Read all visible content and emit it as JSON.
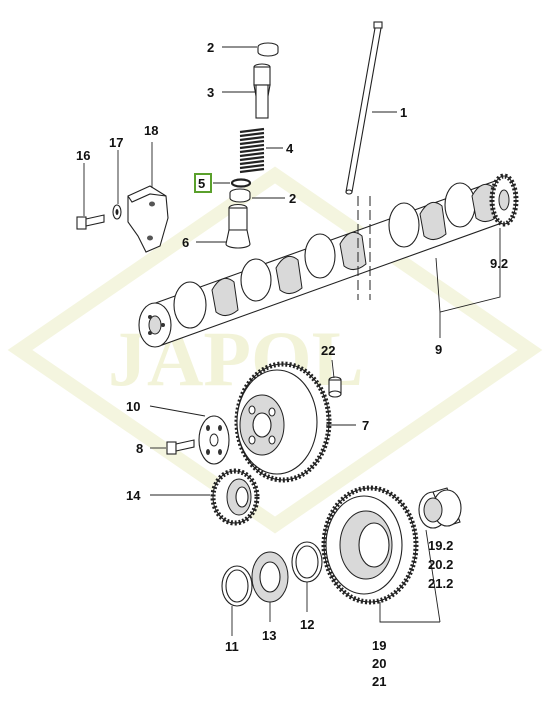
{
  "watermark": "JAPOL",
  "colors": {
    "highlight": "#5aa02c",
    "watermark": "#f2f3d8"
  },
  "highlighted_callout": "5",
  "callouts": {
    "pushrod": "1",
    "spring_seat_top": "2",
    "tube": "3",
    "spring": "4",
    "o_ring": "5",
    "spring_seat_bottom": "2",
    "tappet": "6",
    "bolt_16": "16",
    "washer_17": "17",
    "bracket_18": "18",
    "camshaft": "9",
    "camshaft_gear": "9.2",
    "dowel": "22",
    "cam_gear_large": "7",
    "flange_10": "10",
    "bolt_8": "8",
    "small_gear_14": "14",
    "bushing_label_a": "19.2",
    "bushing_label_b": "20.2",
    "bushing_label_c": "21.2",
    "ring_11": "11",
    "shim_13": "13",
    "ring_12": "12",
    "idler_label_a": "19",
    "idler_label_b": "20",
    "idler_label_c": "21"
  }
}
